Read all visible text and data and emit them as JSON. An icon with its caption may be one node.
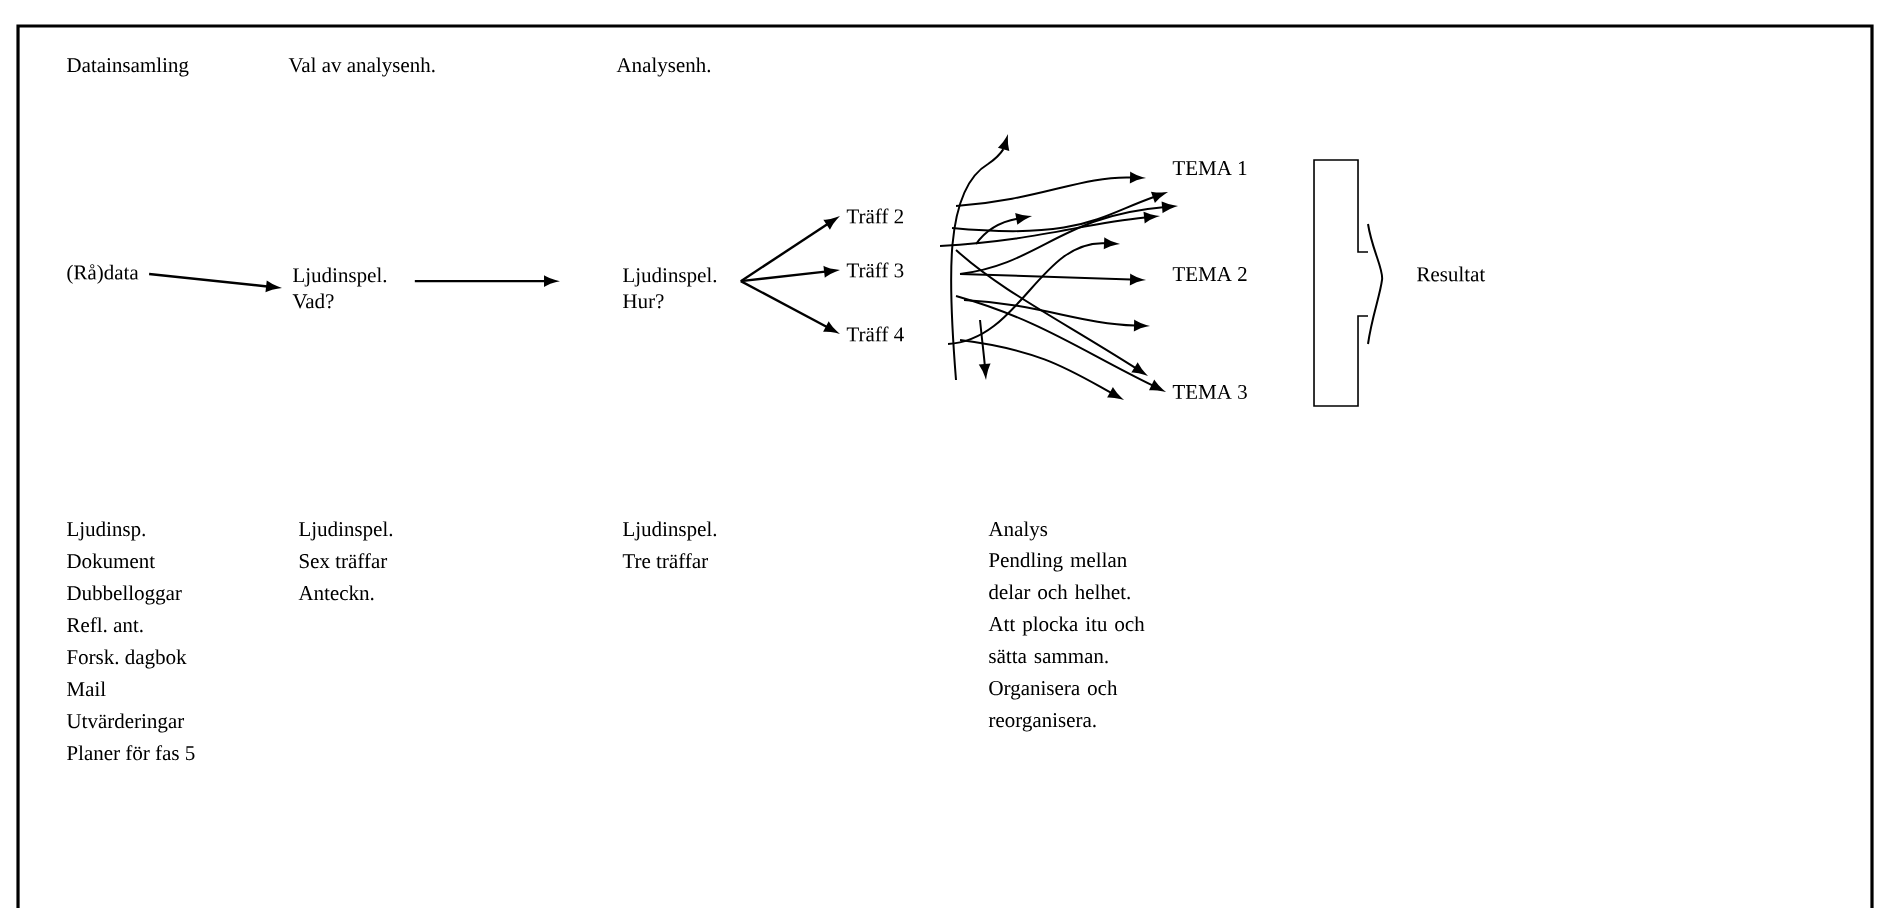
{
  "diagram": {
    "nodes": [
      {
        "text": [
          "(Rå)data"
        ]
      },
      {
        "text": [
          "Ljudinspel. Vad?"
        ]
      },
      {
        "text": [
          "Ljudinspel. Hur?"
        ]
      },
      {
        "text": [
          "Träff 2"
        ]
      },
      {
        "text": [
          "Träff 3"
        ]
      },
      {
        "text": [
          "Träff 4"
        ]
      },
      {
        "text": [
          "TEMA 1"
        ]
      },
      {
        "text": [
          "TEMA 2"
        ]
      },
      {
        "text": [
          "TEMA 3"
        ]
      },
      {
        "text": [
          "Resultat"
        ]
      }
    ],
    "edges": [
      {
        "from": 0,
        "to": 1,
        "arrow": "to"
      },
      {
        "from": 1,
        "to": 2,
        "arrow": "to"
      },
      {
        "from": 2,
        "to": 3,
        "arrow": "to"
      },
      {
        "from": 2,
        "to": 4,
        "arrow": "to"
      },
      {
        "from": 2,
        "to": 5,
        "arrow": "to"
      }
    ],
    "labels": [
      "Datainsamling",
      "Val av analysenh.",
      "Analysenh.",
      "Ljudinsp.",
      "Dokument",
      "Dubbelloggar",
      "Refl. ant.",
      "Forsk. dagbok",
      "Mail",
      "Utvärderingar",
      "Planer för fas 5",
      "Ljudinspel.",
      "Sex träffar",
      "Anteckn.",
      "Ljudinspel.",
      "Tre träffar",
      "Analys",
      "Pendling mellan delar och helhet.",
      "Att plocka itu och sätta samman.",
      "Organisera och reorganisera."
    ]
  }
}
